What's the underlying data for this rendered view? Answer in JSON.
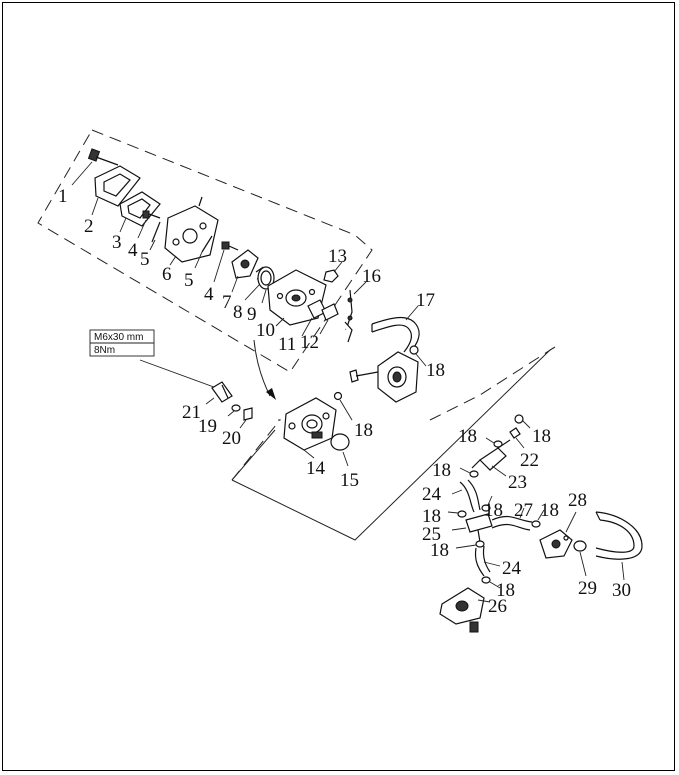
{
  "spec_box": {
    "bolt_size": "M6x30 mm",
    "torque": "8Nm"
  },
  "callouts": [
    {
      "id": "c1",
      "text": "1"
    },
    {
      "id": "c2",
      "text": "2"
    },
    {
      "id": "c3",
      "text": "3"
    },
    {
      "id": "c4a",
      "text": "4"
    },
    {
      "id": "c5a",
      "text": "5"
    },
    {
      "id": "c6",
      "text": "6"
    },
    {
      "id": "c5b",
      "text": "5"
    },
    {
      "id": "c4b",
      "text": "4"
    },
    {
      "id": "c7",
      "text": "7"
    },
    {
      "id": "c8",
      "text": "8"
    },
    {
      "id": "c9",
      "text": "9"
    },
    {
      "id": "c10",
      "text": "10"
    },
    {
      "id": "c11",
      "text": "11"
    },
    {
      "id": "c12",
      "text": "12"
    },
    {
      "id": "c13",
      "text": "13"
    },
    {
      "id": "c16",
      "text": "16"
    },
    {
      "id": "c17",
      "text": "17"
    },
    {
      "id": "c18a",
      "text": "18"
    },
    {
      "id": "c21",
      "text": "21"
    },
    {
      "id": "c19",
      "text": "19"
    },
    {
      "id": "c20",
      "text": "20"
    },
    {
      "id": "c18b",
      "text": "18"
    },
    {
      "id": "c14",
      "text": "14"
    },
    {
      "id": "c15",
      "text": "15"
    },
    {
      "id": "c18c",
      "text": "18"
    },
    {
      "id": "c18d",
      "text": "18"
    },
    {
      "id": "c22",
      "text": "22"
    },
    {
      "id": "c18e",
      "text": "18"
    },
    {
      "id": "c23",
      "text": "23"
    },
    {
      "id": "c24a",
      "text": "24"
    },
    {
      "id": "c18f",
      "text": "18"
    },
    {
      "id": "c18g",
      "text": "18"
    },
    {
      "id": "c27",
      "text": "27"
    },
    {
      "id": "c18h",
      "text": "18"
    },
    {
      "id": "c28",
      "text": "28"
    },
    {
      "id": "c25",
      "text": "25"
    },
    {
      "id": "c18i",
      "text": "18"
    },
    {
      "id": "c24b",
      "text": "24"
    },
    {
      "id": "c18j",
      "text": "18"
    },
    {
      "id": "c26",
      "text": "26"
    },
    {
      "id": "c29",
      "text": "29"
    },
    {
      "id": "c30",
      "text": "30"
    }
  ]
}
